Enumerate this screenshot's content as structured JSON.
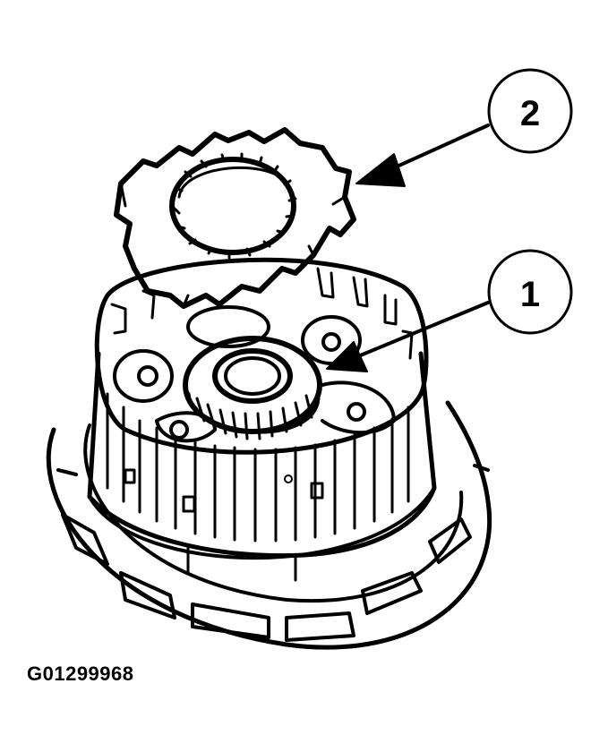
{
  "callouts": [
    {
      "number": "1"
    },
    {
      "number": "2"
    }
  ],
  "figure_id": "G01299968",
  "colors": {
    "line": "#000000",
    "background": "#ffffff"
  }
}
